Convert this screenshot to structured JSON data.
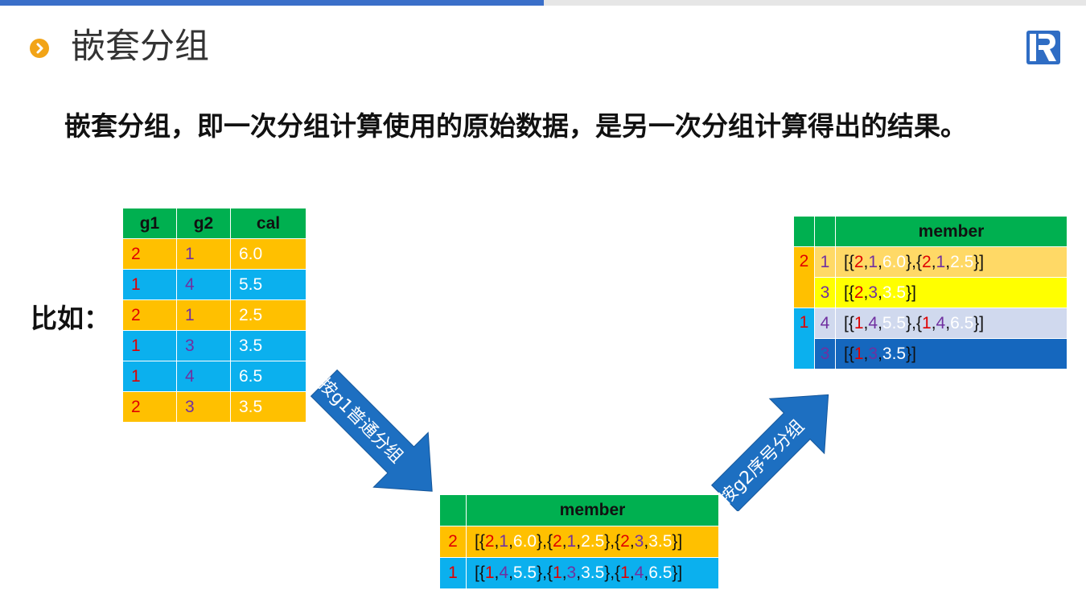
{
  "title": "嵌套分组",
  "intro": "嵌套分组，即一次分组计算使用的原始数据，是另一次分组计算得出的结果。",
  "example_label": "比如：",
  "colors": {
    "accent": "#3a6fc9",
    "header_green": "#00b050",
    "yellow": "#ffc000",
    "cyan": "#0bb0ee"
  },
  "source_table": {
    "headers": [
      "g1",
      "g2",
      "cal"
    ],
    "rows": [
      [
        "2",
        "1",
        "6.0"
      ],
      [
        "1",
        "4",
        "5.5"
      ],
      [
        "2",
        "1",
        "2.5"
      ],
      [
        "1",
        "3",
        "3.5"
      ],
      [
        "1",
        "4",
        "6.5"
      ],
      [
        "2",
        "3",
        "3.5"
      ]
    ]
  },
  "arrow1": {
    "label": "按g1普通分组"
  },
  "arrow2": {
    "label": "按g2序号分组"
  },
  "mid_table": {
    "header": "member",
    "rows": [
      {
        "key": "2",
        "member": [
          "[{",
          "2",
          ",",
          "1",
          ",",
          "6.0",
          "},{",
          "2",
          ",",
          "1",
          ",",
          "2.5",
          "},{",
          "2",
          ",",
          "3",
          ",",
          "3.5",
          "}]"
        ]
      },
      {
        "key": "1",
        "member": [
          "[{",
          "1",
          ",",
          "4",
          ",",
          "5.5",
          "},{",
          "1",
          ",",
          "3",
          ",",
          "3.5",
          "},{",
          "1",
          ",",
          "4",
          ",",
          "6.5",
          "}]"
        ]
      }
    ]
  },
  "result_table": {
    "header": "member",
    "groups": [
      {
        "g1": "2",
        "rows": [
          {
            "g2": "1",
            "member": [
              "[{",
              "2",
              ",",
              "1",
              ",",
              "6.0",
              "},{",
              "2",
              ",",
              "1",
              ",",
              "2.5",
              "}]"
            ]
          },
          {
            "g2": "3",
            "member": [
              "[{",
              "2",
              ",",
              "3",
              ",",
              "3.5",
              "}]"
            ]
          }
        ]
      },
      {
        "g1": "1",
        "rows": [
          {
            "g2": "4",
            "member": [
              "[{",
              "1",
              ",",
              "4",
              ",",
              "5.5",
              "},{",
              "1",
              ",",
              "4",
              ",",
              "6.5",
              "}]"
            ]
          },
          {
            "g2": "3",
            "member": [
              "[{",
              "1",
              ",",
              "3",
              ",",
              "3.5",
              "}]"
            ]
          }
        ]
      }
    ]
  }
}
